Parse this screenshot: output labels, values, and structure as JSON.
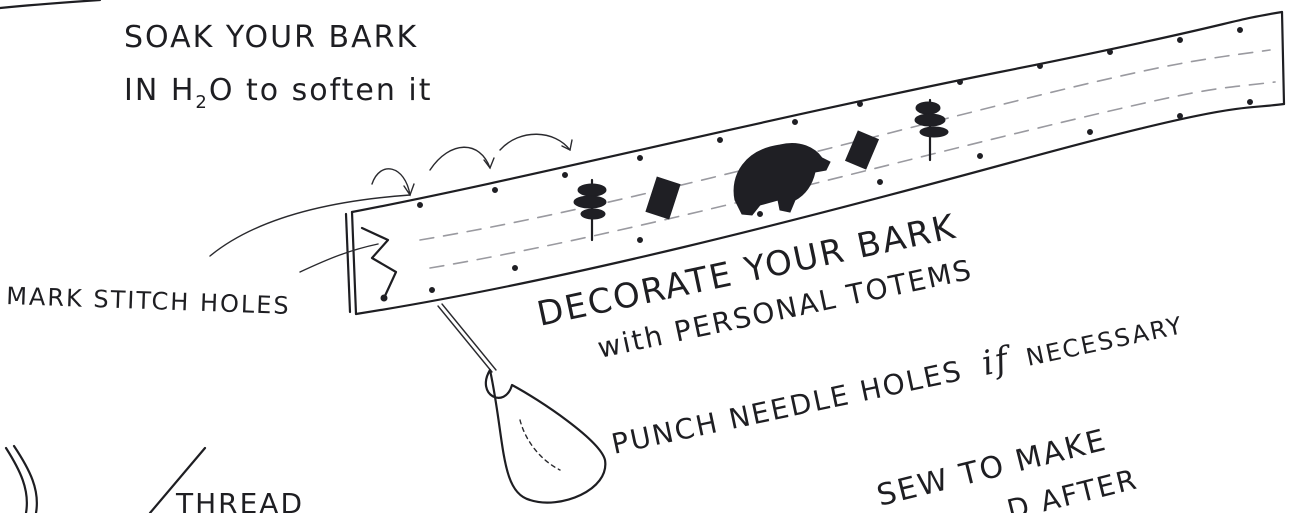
{
  "labels": {
    "soak_line1": "SOAK YOUR BARK",
    "soak_line2": "IN H",
    "soak_sub": "2",
    "soak_line2_rest": "O to soften it",
    "mark": "MARK STITCH HOLES",
    "decorate_line1": "DECORATE YOUR BARK",
    "decorate_line2": "with PERSONAL TOTEMS",
    "punch_main": "PUNCH NEEDLE HOLES",
    "punch_if": "if",
    "punch_tail": "NECESSARY",
    "sew_line1": "SEW TO MAKE",
    "sew_line2": "D AFTER",
    "thread": "THREAD"
  },
  "icons": [
    "bark-strip-drawing",
    "totem-tree-icon",
    "totem-diamond-icon",
    "totem-bear-icon",
    "awl-tool-icon",
    "stitch-arrows",
    "lightning-zigzag-icon"
  ],
  "colors": {
    "paper": "#ffffff",
    "ink": "#1e1e22",
    "grain": "#9a9aa0"
  }
}
